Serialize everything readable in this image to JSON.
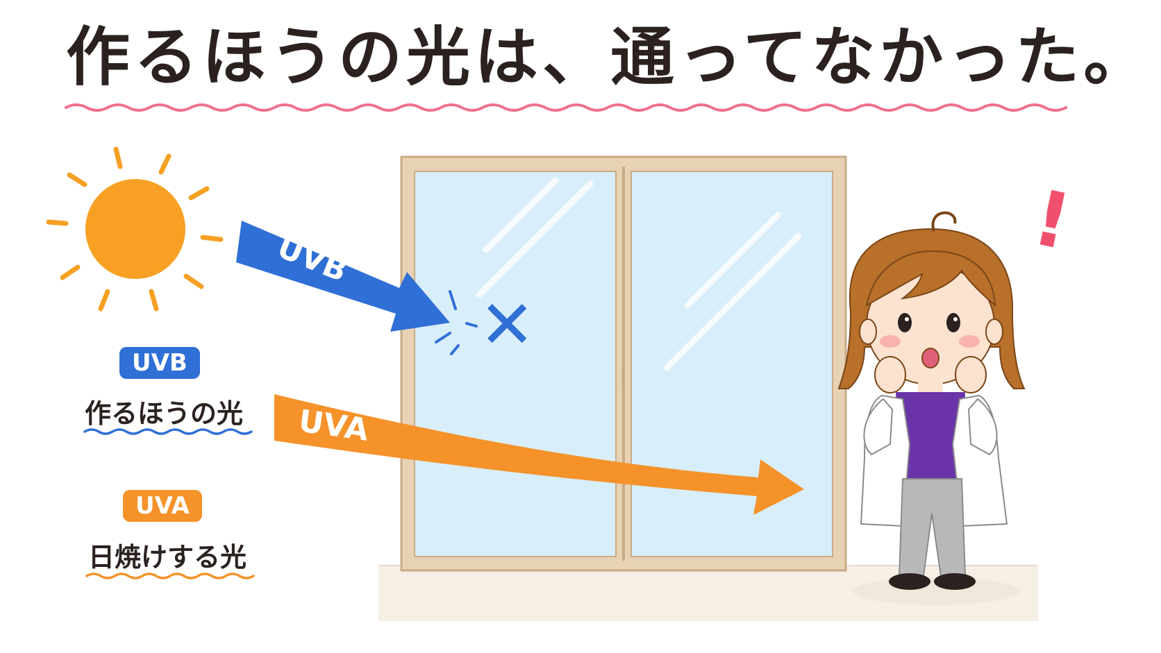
{
  "title": "作るほうの光は、通ってなかった。",
  "arrows": {
    "uvb_label": "UVB",
    "uva_label": "UVA",
    "blocked_mark": "✕"
  },
  "legend": {
    "uvb_badge": "UVB",
    "uvb_text": "作るほうの光",
    "uva_badge": "UVA",
    "uva_text": "日焼けする光"
  },
  "exclamation": "!",
  "icons": [
    "sun-icon",
    "window-icon",
    "scientist-character-icon",
    "cross-icon",
    "exclamation-icon"
  ],
  "colors": {
    "uvb": "#2f6fd6",
    "uva": "#f5922a",
    "sun": "#f7a023",
    "title_underline": "#f0708a",
    "glass": "#d8eefa",
    "frame": "#e8d2b4",
    "coat": "#ffffff",
    "shirt": "#6a34a8",
    "hair": "#b8702a"
  }
}
